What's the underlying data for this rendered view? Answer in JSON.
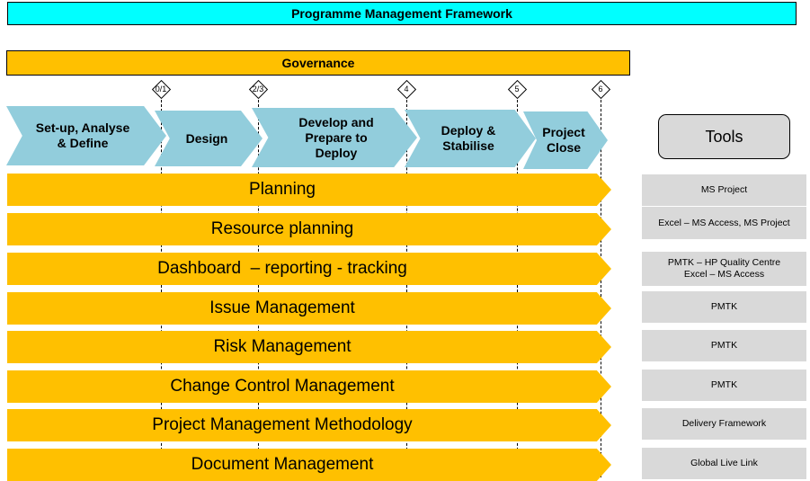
{
  "header": {
    "title": "Programme Management Framework"
  },
  "governance": {
    "label": "Governance"
  },
  "milestones": [
    "0/1",
    "2/3",
    "4",
    "5",
    "6"
  ],
  "phases": [
    {
      "label": "Set-up, Analyse\n& Define"
    },
    {
      "label": "Design"
    },
    {
      "label": "Develop and\nPrepare to\nDeploy"
    },
    {
      "label": "Deploy &\nStabilise"
    },
    {
      "label": "Project\nClose"
    }
  ],
  "workstreams": [
    {
      "label": "Planning",
      "tool": "MS Project"
    },
    {
      "label": "Resource planning",
      "tool": "Excel – MS Access, MS Project"
    },
    {
      "label": "Dashboard  – reporting - tracking",
      "tool": "PMTK – HP Quality Centre\nExcel – MS Access"
    },
    {
      "label": "Issue Management",
      "tool": "PMTK"
    },
    {
      "label": "Risk Management",
      "tool": "PMTK"
    },
    {
      "label": "Change Control Management",
      "tool": "PMTK"
    },
    {
      "label": "Project Management Methodology",
      "tool": "Delivery Framework"
    },
    {
      "label": "Document Management",
      "tool": "Global Live Link"
    }
  ],
  "tools": {
    "label": "Tools"
  },
  "colors": {
    "header": "#00ffff",
    "bar": "#ffc000",
    "phase": "#92cddc",
    "tool": "#d9d9d9"
  }
}
